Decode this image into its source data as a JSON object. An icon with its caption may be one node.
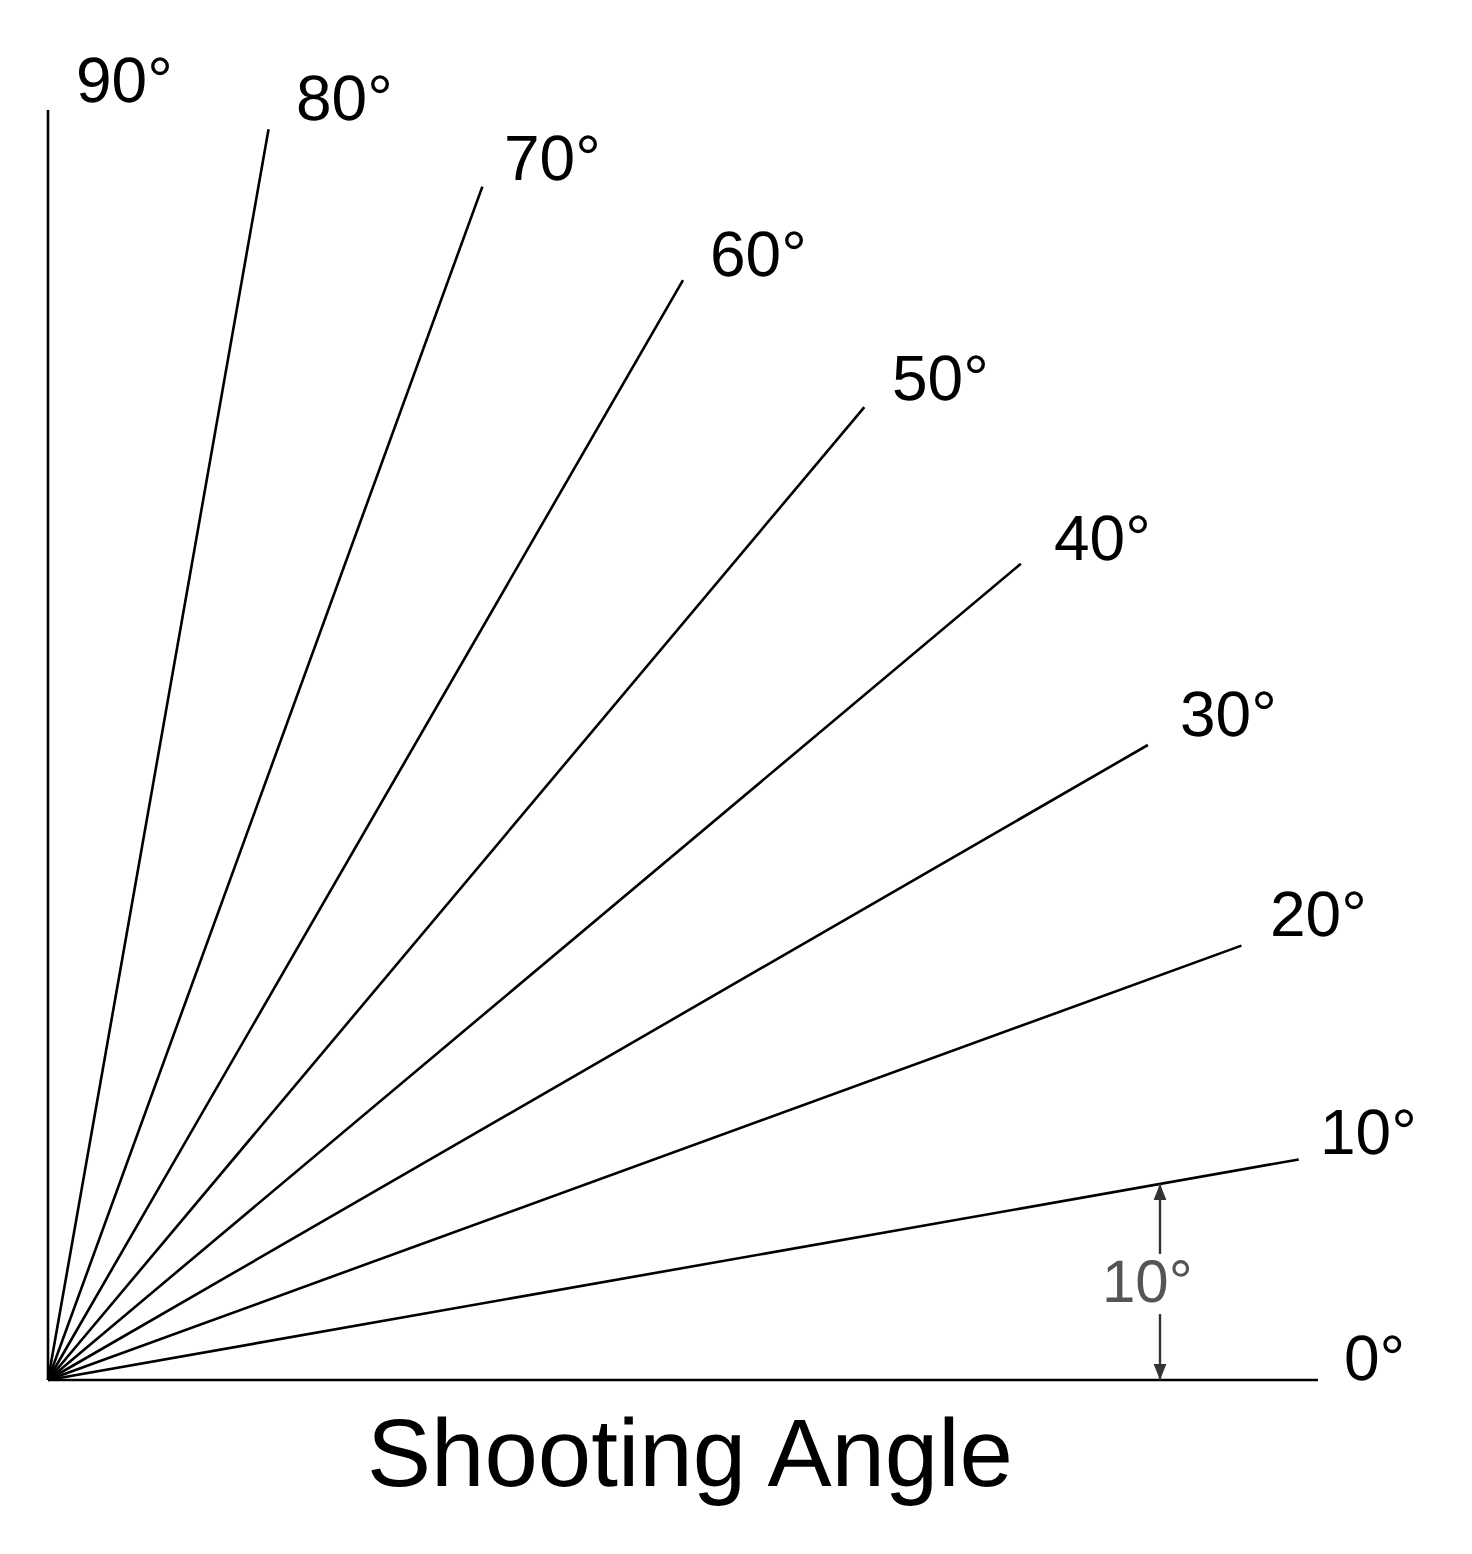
{
  "diagram": {
    "caption": "Shooting Angle",
    "labels": [
      "90°",
      "80°",
      "70°",
      "60°",
      "50°",
      "40°",
      "30°",
      "20°",
      "10°",
      "0°",
      "10°"
    ]
  }
}
